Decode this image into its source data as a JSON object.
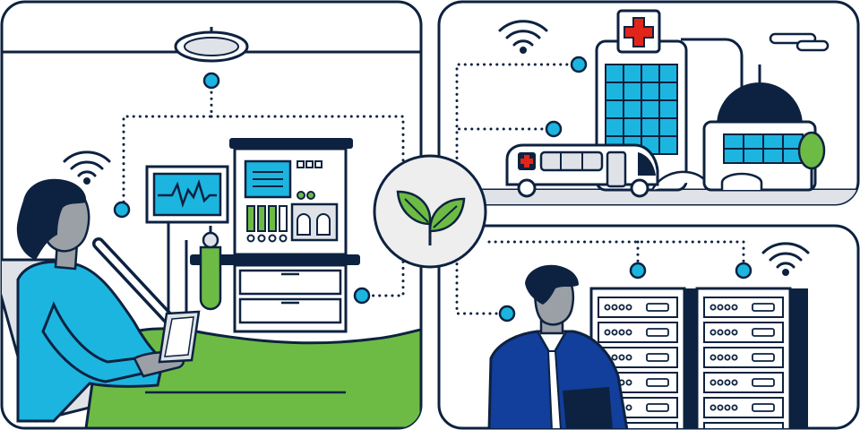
{
  "illustration": {
    "panels": [
      "patient-room",
      "hospital-campus",
      "server-room"
    ],
    "center_icon": "leaf-sprout-icon",
    "colors": {
      "outline": "#0d2240",
      "cyan": "#1cb5e0",
      "green": "#6dbb45",
      "green_dark": "#2f9a3a",
      "skin": "#9aa0a6",
      "suit": "#123e9c",
      "hair": "#0d2240",
      "red_cross": "#e1251b",
      "panel_bg": "#ffffff",
      "circle_bg": "#eeeeee"
    },
    "icons": [
      "wifi-icon",
      "ceiling-light-icon",
      "hospital-cross-icon",
      "ambulance-icon",
      "server-rack-icon",
      "tablet-icon",
      "cloud-icon"
    ]
  }
}
